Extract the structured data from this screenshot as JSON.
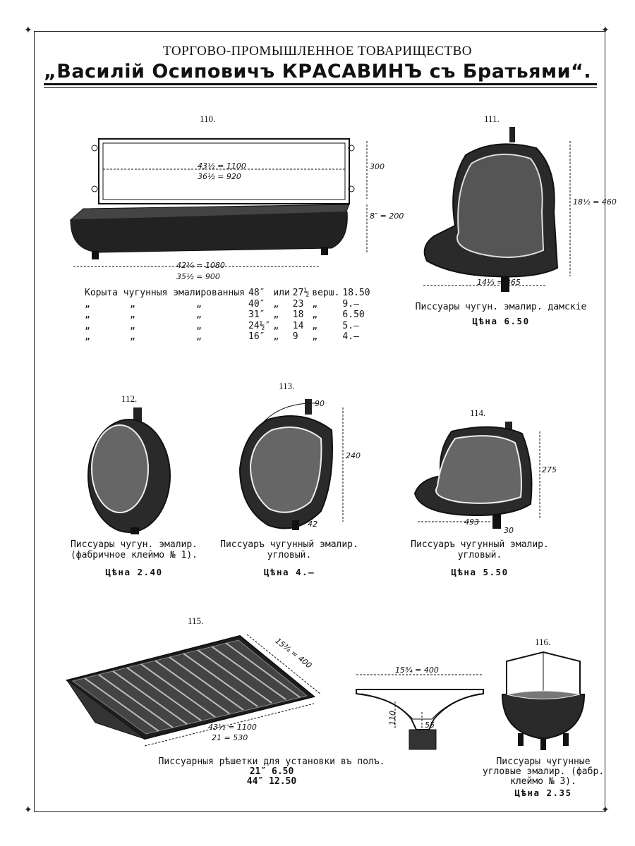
{
  "header": {
    "line1": "ТОРГОВО-ПРОМЫШЛЕННОЕ ТОВАРИЩЕСТВО",
    "line2": "„Василій Осиповичъ КРАСАВИНЪ съ Братьями“."
  },
  "items": {
    "i110": {
      "number": "110.",
      "dims": [
        "43½ = 1100",
        "36½ = 920",
        "300",
        "8″ = 200",
        "42¾ = 1080",
        "35½ = 900"
      ],
      "table": [
        [
          "Корыта чугунныя эмалированныя",
          "48″",
          "или",
          "27½",
          "верш.",
          "18.50"
        ],
        [
          "„",
          "„",
          "„",
          "40″",
          "„",
          "23",
          "„",
          "9.—"
        ],
        [
          "„",
          "„",
          "„",
          "31″",
          "„",
          "18",
          "„",
          "6.50"
        ],
        [
          "„",
          "„",
          "„",
          "24½″",
          "„",
          "14",
          "„",
          "5.—"
        ],
        [
          "„",
          "„",
          "„",
          "16″",
          "„",
          "9",
          "„",
          "4.—"
        ]
      ]
    },
    "i111": {
      "number": "111.",
      "caption": "Писсуары чугун. эмалир. дамскіе",
      "price": "Цѣна 6.50",
      "dims": [
        "18½ = 460",
        "14⅓ = 365"
      ]
    },
    "i112": {
      "number": "112.",
      "caption1": "Писсуары чугун. эмалир.",
      "caption2": "(фабричное клеймо № 1).",
      "price": "Цѣна 2.40"
    },
    "i113": {
      "number": "113.",
      "caption1": "Писсуаръ чугунный эмалир.",
      "caption2": "угловый.",
      "price": "Цѣна 4.—",
      "dims": [
        "90",
        "240",
        "42"
      ]
    },
    "i114": {
      "number": "114.",
      "caption1": "Писсуаръ чугунный эмалир.",
      "caption2": "угловый.",
      "price": "Цѣна 5.50",
      "dims": [
        "275",
        "493",
        "30"
      ]
    },
    "i115": {
      "number": "115.",
      "caption": "Писсуарныя рѣшетки для установки въ полъ.",
      "price_rows": [
        "21″  6.50",
        "44″  12.50"
      ],
      "dims": [
        "15¾ = 400",
        "43½ = 1100",
        "21 = 530",
        "15¾ = 400",
        "110",
        "55"
      ]
    },
    "i116": {
      "number": "116.",
      "caption1": "Писсуары чугунные",
      "caption2": "угловые эмалир. (фабр.",
      "caption3": "клеймо № 3).",
      "price": "Цѣна 2.35"
    }
  }
}
